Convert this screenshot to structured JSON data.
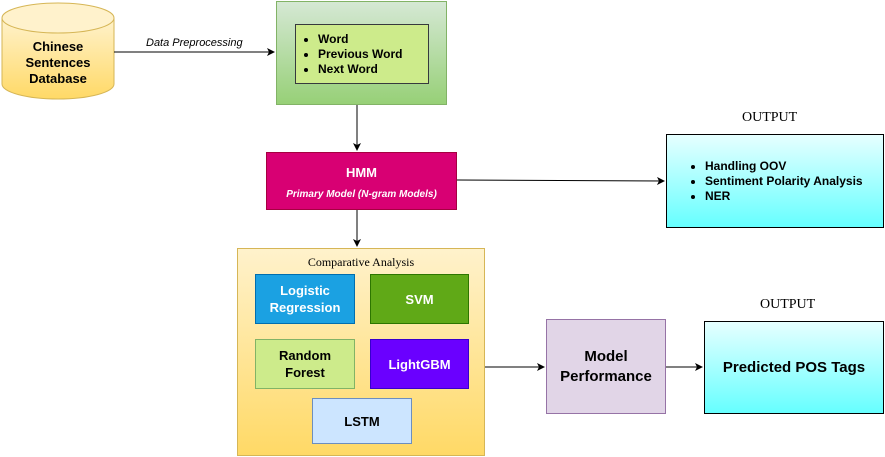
{
  "database": {
    "label_lines": [
      "Chinese",
      "Sentences",
      "Database"
    ]
  },
  "edge_label": "Data Preprocessing",
  "features": {
    "items": [
      "Word",
      "Previous Word",
      "Next Word"
    ]
  },
  "hmm": {
    "title": "HMM",
    "subtitle": "Primary Model (N-gram Models)"
  },
  "output_top": {
    "heading": "OUTPUT",
    "items": [
      "Handling OOV",
      "Sentiment Polarity Analysis",
      "NER"
    ]
  },
  "comparative": {
    "title": "Comparative Analysis",
    "models": {
      "logistic": "Logistic Regression",
      "svm": "SVM",
      "random_forest": "Random Forest",
      "lightgbm": "LightGBM",
      "lstm": "LSTM"
    }
  },
  "performance": {
    "label": "Model Performance"
  },
  "output_bottom": {
    "heading": "OUTPUT",
    "label": "Predicted POS Tags"
  },
  "colors": {
    "db_fill": "#fff2cc",
    "db_stroke": "#d6b656",
    "green_grad_top": "#d5e8d4",
    "green_grad_bottom": "#97d077",
    "green_stroke": "#82b366",
    "inner_green": "#cdeb8b",
    "inner_green_stroke": "#36393d",
    "hmm": "#d80073",
    "hmm_stroke": "#a50040",
    "cyan": "#66ffff",
    "cyan_stroke": "#000000",
    "comp_grad_top": "#fff2cc",
    "comp_grad_bottom": "#ffd966",
    "comp_stroke": "#d6b656",
    "logistic": "#1ba1e2",
    "svm": "#60a917",
    "random_forest": "#d5e8d4",
    "lightgbm": "#6a00ff",
    "lstm": "#dae8fc",
    "performance": "#e1d5e7",
    "output_grad": "#66ffff"
  }
}
